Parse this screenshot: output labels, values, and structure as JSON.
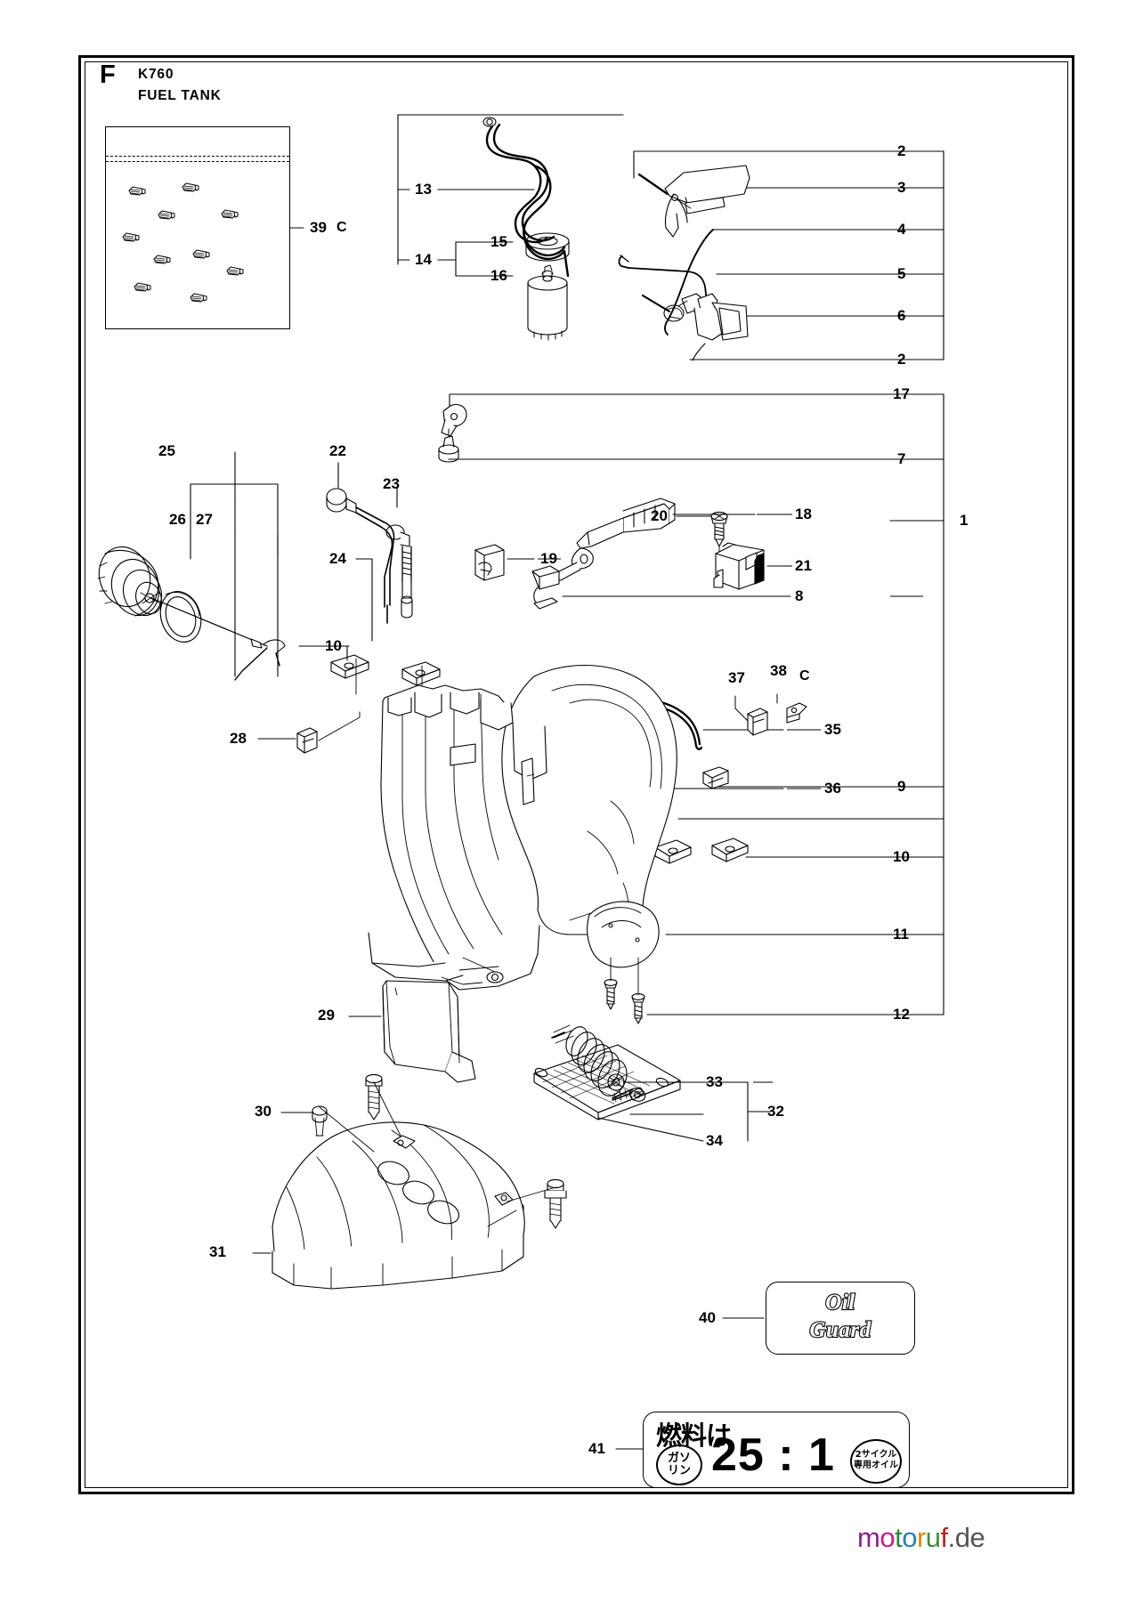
{
  "sheet": {
    "section_letter": "F",
    "model": "K760",
    "assembly": "FUEL TANK"
  },
  "group_markers": {
    "c_top": "C",
    "c_mid": "C"
  },
  "callouts": [
    {
      "ref": "39",
      "suffix": "C",
      "name": "screw-bag"
    },
    {
      "ref": "13",
      "name": "fuel-hose"
    },
    {
      "ref": "14",
      "name": "fuel-filter-assembly"
    },
    {
      "ref": "15",
      "name": "filter-grommet"
    },
    {
      "ref": "16",
      "name": "fuel-filter"
    },
    {
      "ref": "2",
      "name": "throttle-rod-upper"
    },
    {
      "ref": "3",
      "name": "throttle-trigger"
    },
    {
      "ref": "4",
      "name": "throttle-wire"
    },
    {
      "ref": "5",
      "name": "throttle-lockout-spring"
    },
    {
      "ref": "6",
      "name": "throttle-linkage"
    },
    {
      "ref": "2",
      "name": "throttle-rod-lower"
    },
    {
      "ref": "17",
      "name": "stop-switch-lever"
    },
    {
      "ref": "7",
      "name": "rubber-bushing"
    },
    {
      "ref": "1",
      "name": "fuel-tank-complete"
    },
    {
      "ref": "18",
      "name": "choke-slide"
    },
    {
      "ref": "20",
      "name": "screw-self-tapping"
    },
    {
      "ref": "21",
      "name": "switch-unit"
    },
    {
      "ref": "19",
      "name": "cable-clip"
    },
    {
      "ref": "8",
      "name": "hose-clamp"
    },
    {
      "ref": "35",
      "name": "vent-hose"
    },
    {
      "ref": "36",
      "name": "terminal-block"
    },
    {
      "ref": "37",
      "name": "clip-small"
    },
    {
      "ref": "38",
      "name": "bracket-plate"
    },
    {
      "ref": "9",
      "name": "retainer-clip"
    },
    {
      "ref": "10",
      "name": "washer-plate-upper"
    },
    {
      "ref": "10",
      "name": "washer-plate-lower"
    },
    {
      "ref": "11",
      "name": "rubber-pad"
    },
    {
      "ref": "12",
      "name": "screw-pad"
    },
    {
      "ref": "25",
      "name": "fuel-cap-assembly"
    },
    {
      "ref": "26",
      "name": "fuel-cap"
    },
    {
      "ref": "27",
      "name": "cap-seal-ring"
    },
    {
      "ref": "22",
      "name": "tank-grommet"
    },
    {
      "ref": "23",
      "name": "pickup-tube"
    },
    {
      "ref": "24",
      "name": "pickup-hose"
    },
    {
      "ref": "28",
      "name": "clip-hose"
    },
    {
      "ref": "29",
      "name": "tank-cover-plate"
    },
    {
      "ref": "30",
      "name": "nut-flange"
    },
    {
      "ref": "31",
      "name": "belt-guard"
    },
    {
      "ref": "32",
      "name": "damper-assembly"
    },
    {
      "ref": "33",
      "name": "damper-screw"
    },
    {
      "ref": "34",
      "name": "damper-plate"
    },
    {
      "ref": "40",
      "name": "decal-oil-guard"
    },
    {
      "ref": "41",
      "name": "decal-fuel-mix"
    }
  ],
  "numbers": {
    "n1": "1",
    "n2": "2",
    "n2b": "2",
    "n3": "3",
    "n4": "4",
    "n5": "5",
    "n6": "6",
    "n7": "7",
    "n8": "8",
    "n9": "9",
    "n10": "10",
    "n10b": "10",
    "n11": "11",
    "n12": "12",
    "n13": "13",
    "n14": "14",
    "n15": "15",
    "n16": "16",
    "n17": "17",
    "n18": "18",
    "n19": "19",
    "n20": "20",
    "n21": "21",
    "n22": "22",
    "n23": "23",
    "n24": "24",
    "n25": "25",
    "n26": "26",
    "n27": "27",
    "n28": "28",
    "n29": "29",
    "n30": "30",
    "n31": "31",
    "n32": "32",
    "n33": "33",
    "n34": "34",
    "n35": "35",
    "n36": "36",
    "n37": "37",
    "n38": "38",
    "n39": "39",
    "n40": "40",
    "n41": "41"
  },
  "decals": {
    "oil_guard": {
      "line1": "Oil",
      "line2": "Guard"
    },
    "fuel_mix": {
      "heading": "燃料は",
      "gasoline_label_1": "ガソ",
      "gasoline_label_2": "リン",
      "ratio": "25 : 1",
      "oil_label_1": "2サイクル",
      "oil_label_2": "専用オイル"
    }
  },
  "watermark": {
    "m": "m",
    "o1": "o",
    "t": "t",
    "o2": "o",
    "r": "r",
    "u": "u",
    "f": "f",
    "suffix": ".de"
  }
}
